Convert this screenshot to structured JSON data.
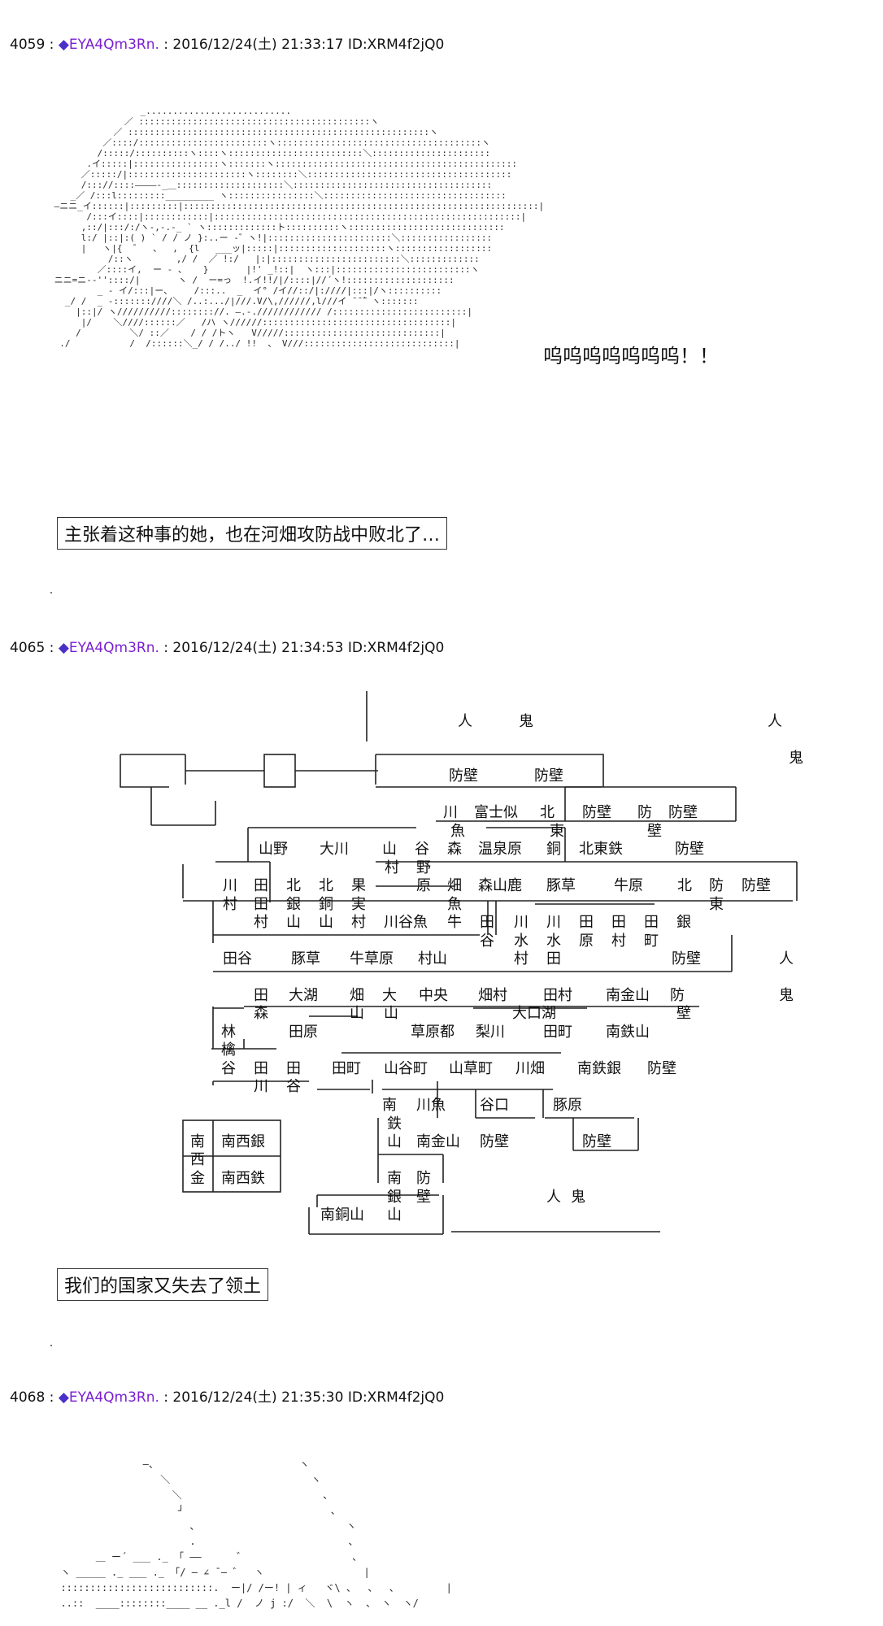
{
  "posts": [
    {
      "number": "4059",
      "sep": " :",
      "trip_mark": "◆",
      "name": "EYA4Qm3Rn.",
      "datetime": " : 2016/12/24(土) 21:33:17",
      "id": " ID:XRM4f2jQ0"
    },
    {
      "number": "4065",
      "sep": " :",
      "trip_mark": "◆",
      "name": "EYA4Qm3Rn.",
      "datetime": " : 2016/12/24(土) 21:34:53",
      "id": " ID:XRM4f2jQ0"
    },
    {
      "number": "4068",
      "sep": " :",
      "trip_mark": "◆",
      "name": "EYA4Qm3Rn.",
      "datetime": " : 2016/12/24(土) 21:35:30",
      "id": " ID:XRM4f2jQ0"
    }
  ],
  "post1": {
    "speech": "呜呜呜呜呜呜呜！！",
    "caption": "主张着这种事的她，也在河畑攻防战中败北了…"
  },
  "post2": {
    "caption": "我们的国家又失去了领土",
    "map_labels": [
      {
        "t": "人"
      },
      {
        "t": "鬼"
      },
      {
        "t": "人"
      },
      {
        "t": "鬼"
      },
      {
        "t": "防壁"
      },
      {
        "t": "防壁"
      },
      {
        "t": "川"
      },
      {
        "t": "富士似"
      },
      {
        "t": "北"
      },
      {
        "t": "防壁"
      },
      {
        "t": "防"
      },
      {
        "t": "防壁"
      },
      {
        "t": "魚"
      },
      {
        "t": "東"
      },
      {
        "t": "壁"
      },
      {
        "t": "山野"
      },
      {
        "t": "大川"
      },
      {
        "t": "山"
      },
      {
        "t": "谷"
      },
      {
        "t": "森"
      },
      {
        "t": "温泉原"
      },
      {
        "t": "銅"
      },
      {
        "t": "北東鉄"
      },
      {
        "t": "防壁"
      },
      {
        "t": "村"
      },
      {
        "t": "野"
      },
      {
        "t": "川"
      },
      {
        "t": "田"
      },
      {
        "t": "北"
      },
      {
        "t": "北"
      },
      {
        "t": "果"
      },
      {
        "t": "原"
      },
      {
        "t": "畑"
      },
      {
        "t": "森山鹿"
      },
      {
        "t": "豚草"
      },
      {
        "t": "牛原"
      },
      {
        "t": "北"
      },
      {
        "t": "防"
      },
      {
        "t": "防壁"
      },
      {
        "t": "村"
      },
      {
        "t": "田"
      },
      {
        "t": "銀"
      },
      {
        "t": "銅"
      },
      {
        "t": "実"
      },
      {
        "t": "魚"
      },
      {
        "t": "東"
      },
      {
        "t": "壁"
      },
      {
        "t": "村"
      },
      {
        "t": "山"
      },
      {
        "t": "山"
      },
      {
        "t": "村"
      },
      {
        "t": "川谷魚"
      },
      {
        "t": "牛"
      },
      {
        "t": "田"
      },
      {
        "t": "川"
      },
      {
        "t": "川"
      },
      {
        "t": "田"
      },
      {
        "t": "田"
      },
      {
        "t": "田"
      },
      {
        "t": "銀"
      },
      {
        "t": "谷"
      },
      {
        "t": "水"
      },
      {
        "t": "水"
      },
      {
        "t": "原"
      },
      {
        "t": "村"
      },
      {
        "t": "町"
      },
      {
        "t": "田谷"
      },
      {
        "t": "豚草"
      },
      {
        "t": "牛草原"
      },
      {
        "t": "村山"
      },
      {
        "t": "村"
      },
      {
        "t": "田"
      },
      {
        "t": "防壁"
      },
      {
        "t": "人"
      },
      {
        "t": "田"
      },
      {
        "t": "大湖"
      },
      {
        "t": "畑"
      },
      {
        "t": "大"
      },
      {
        "t": "中央"
      },
      {
        "t": "畑村"
      },
      {
        "t": "田村"
      },
      {
        "t": "南金山"
      },
      {
        "t": "防"
      },
      {
        "t": "鬼"
      },
      {
        "t": "森"
      },
      {
        "t": "山"
      },
      {
        "t": "山"
      },
      {
        "t": "大口湖"
      },
      {
        "t": "壁"
      },
      {
        "t": "林"
      },
      {
        "t": "田原"
      },
      {
        "t": "草原都"
      },
      {
        "t": "梨川"
      },
      {
        "t": "田町"
      },
      {
        "t": "南鉄山"
      },
      {
        "t": "檎"
      },
      {
        "t": "谷"
      },
      {
        "t": "田"
      },
      {
        "t": "田"
      },
      {
        "t": "田町"
      },
      {
        "t": "山谷町"
      },
      {
        "t": "山草町"
      },
      {
        "t": "川畑"
      },
      {
        "t": "南鉄銀"
      },
      {
        "t": "防壁"
      },
      {
        "t": "川"
      },
      {
        "t": "谷"
      },
      {
        "t": "南"
      },
      {
        "t": "川魚"
      },
      {
        "t": "谷口"
      },
      {
        "t": "豚原"
      },
      {
        "t": "鉄"
      },
      {
        "t": "南"
      },
      {
        "t": "南西銀"
      },
      {
        "t": "山"
      },
      {
        "t": "南金山"
      },
      {
        "t": "防壁"
      },
      {
        "t": "防壁"
      },
      {
        "t": "西"
      },
      {
        "t": "金"
      },
      {
        "t": "南西鉄"
      },
      {
        "t": "南"
      },
      {
        "t": "防"
      },
      {
        "t": "銀"
      },
      {
        "t": "壁"
      },
      {
        "t": "人"
      },
      {
        "t": "鬼"
      },
      {
        "t": "南銅山"
      },
      {
        "t": "山"
      }
    ]
  },
  "ascii_art": {
    "girl": "                 _...........................\n              ／ :::::::::::::::::::::::::::::::::::::::::::ヽ\n            ／ ::::::::::::::::::::::::::::::::::::::::::::::::::::::::ヽ\n          ／::::/::::::::::::::::::::::::ヽ::::::::::::::::::::::::::::::::::::::ヽ\n         /:::::/::::::::::ヽ::::ヽ:::::::::::::::::::::::::＼::::::::::::::::::::::\n       .イ:::::|::::::::::::::::ヽ:::::::ヽ:::::::::::::::::::::::::::::::::::::::::::::\n      ／:::::/|::::::::::::::::::::::ヽ::::::::＼::::::::::::::::::::::::::::::::::::::\n      /::://::::――――-_＿::::::::::::::::::::＼:::::::::::::::::::::::::::::::::::::\n    _／ /:::l:::::::::_________ ヽ::::::::::::::::＼::::::::::::::::::::::::::::::::::\n ―ニニ_イ::::::|:::::::::|::::::::::::::::::::::::::::::::::::::::::::::::::::::::::::::::::|\n       /:::イ::::|::::::::::::|:::::::::::::::::::::::::::::::::::::::::::::::::::::::::|\n      ,::/|:::/:/ヽ-,-.-_ ` ヽ:::::::::::::ト::::::::::ヽ:::::::::::::::::::::::::::::\n      l:/ |::|:( ) ` / / ノ }:..ー -゛ヽ!|:::::::::::::::::::::::＼:::::::::::::::::\n      |   ヽ|{  ゛  、  ,  {l   ___ッ|:::::|::::::::::::::::::::ヽ::::::::::::::::::\n           /::ヽ        ,/ /  ／ !:/   |:|::::::::::::::::::::::::＼:::::::::::::\n         ／::::イ,  ー - 、   }       |!' _!::|  ヽ:::|:::::::::::::::::::::::::ヽ\n ニニ=ニ-‐''::::/|       ヽ /  ー=っ  !.イ!!/|/::::|//´ヽ!::::::::::::::::::::\n         _ ‐ イ/:::|ー、    /:::..  _  イ° /イ//::/|:////|:::|/ヽ::::::::::\n   _/ /  _ -:::::::////＼ /..:.../|///.V/\\,//////,l///イ ̄ ̄ ̄゛ヽ:::::::\n     |::|/ ヽ//////////:::::::://. ―.-.//////////// /:::::::::::::::::::::::::|\n      |/    ＼////::::::／   /ハ ヽ//////:::::::::::::::::::::::::::::::::::|\n     /         ＼/ ::／    / / /トヽ   V/////:::::::::::::::::::::::::::::|\n  ./           /  /::::::＼_/ / /../ !!  、 V///::::::::::::::::::::::::::::|",
    "third": "                ―、                        ヽ\n                   ＼                        ヽ\n                     ＼                        、\n                      ┘                         、\n                        、                         ヽ\n                        .                          、\n        ＿ ー´ ___ ._ 「 ――      ゛                  、\n  ヽ _____ ._ ___ ._ 「/ ― ∠ ̄ ― ゛  ヽ                 |\n  ::::::::::::::::::::::::::.  ー|/ /ー! | ィ   ヾ\\ 、  、  、        |\n  ..::  ____::::::::____ __ ._l /  ノ j :/  ＼  \\  ヽ  、 ヽ  ヽ/"
  }
}
